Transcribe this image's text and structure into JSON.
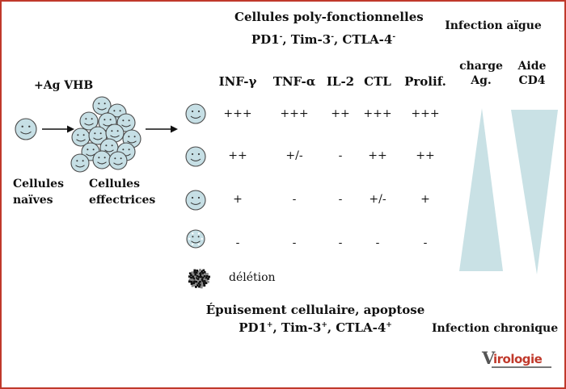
{
  "header": {
    "title_line1": "Cellules poly-fonctionnelles",
    "title_pd1": "PD1",
    "title_tim3": ", Tim-3",
    "title_ctla4": ", CTLA-4",
    "title_sup": "-"
  },
  "columns": [
    "INF-γ",
    "TNF-α",
    "IL-2",
    "CTL",
    "Prolif."
  ],
  "rows": [
    [
      "+++",
      "+++",
      "++",
      "+++",
      "+++"
    ],
    [
      "++",
      "+/-",
      "-",
      "++",
      "++"
    ],
    [
      "+",
      "-",
      "-",
      "+/-",
      "+"
    ],
    [
      "-",
      "-",
      "-",
      "-",
      "-"
    ]
  ],
  "left": {
    "ag_label": "+Ag VHB",
    "naive_label_1": "Cellules",
    "naive_label_2": "naïves",
    "effector_label_1": "Cellules",
    "effector_label_2": "effectrices"
  },
  "deletion_label": "délétion",
  "footer": {
    "line1": "Épuisement cellulaire, apoptose",
    "pd1": "PD1",
    "tim3": ", Tim-3",
    "ctla4": ", CTLA-4",
    "sup": "+"
  },
  "right": {
    "acute_label": "Infection aïgue",
    "charge_1": "charge",
    "charge_2": "Ag.",
    "aide_1": "Aide",
    "aide_2": "CD4",
    "chronic_label": "Infection chronique"
  },
  "logo": {
    "text": "Virologie"
  },
  "colors": {
    "border": "#c0392b",
    "cell_fill": "#c6dfe5",
    "cell_stroke": "#4a4a4a",
    "triangle_fill": "#c9e1e5",
    "logo_red": "#c0392b"
  }
}
